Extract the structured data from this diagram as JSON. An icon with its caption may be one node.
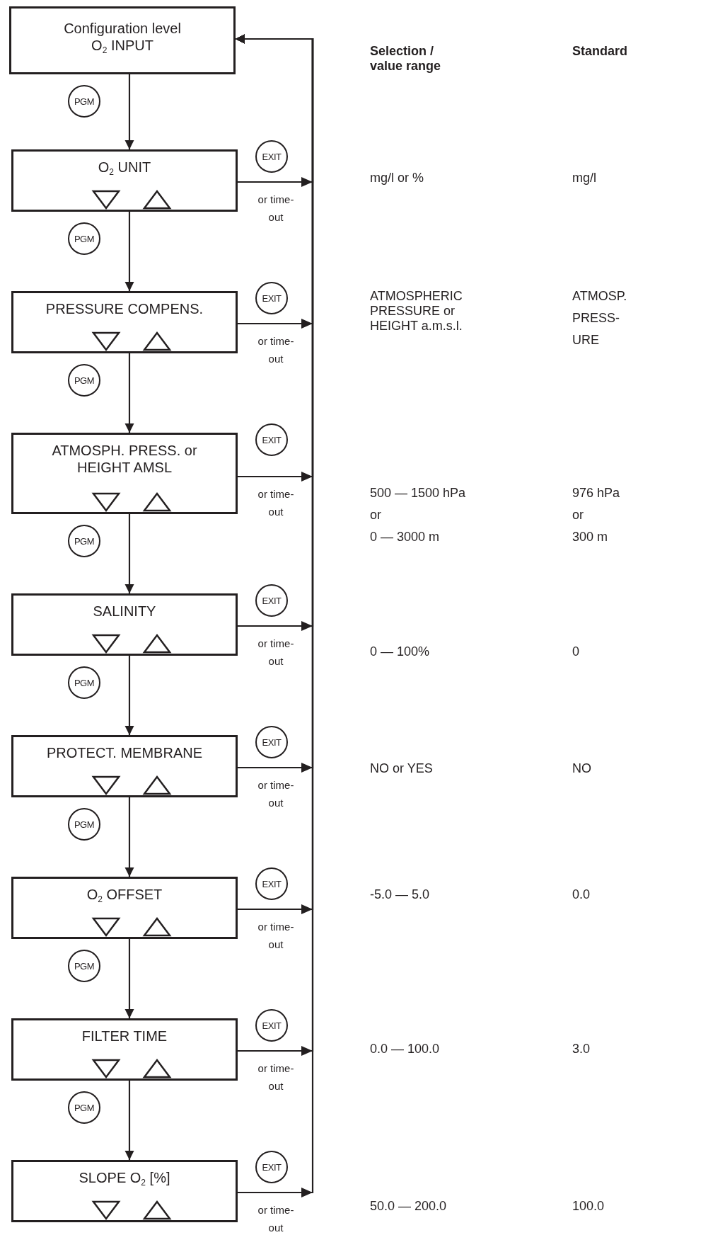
{
  "diagram": {
    "nodes": [
      {
        "text": [
          "Configuration level",
          "O$_{2}$ INPUT"
        ]
      },
      {
        "text": [
          "O$_{2}$ UNIT"
        ]
      },
      {
        "text": [
          "PRESSURE COMPENS."
        ]
      },
      {
        "text": [
          "ATMOSPH. PRESS. or HEIGHT AMSL"
        ]
      },
      {
        "text": [
          "SALINITY"
        ]
      },
      {
        "text": [
          "PROTECT. MEMBRANE"
        ]
      },
      {
        "text": [
          "O$_{2}$ OFFSET"
        ]
      },
      {
        "text": [
          "FILTER TIME"
        ]
      },
      {
        "text": [
          "SLOPE O$_{2}$ [%]"
        ]
      }
    ],
    "edges": [
      {
        "from": 0,
        "to": 1,
        "arrow": "to",
        "label": "PGM"
      },
      {
        "from": 1,
        "to": 2,
        "arrow": "to",
        "label": "PGM"
      },
      {
        "from": 2,
        "to": 3,
        "arrow": "to",
        "label": "PGM"
      },
      {
        "from": 3,
        "to": 4,
        "arrow": "to",
        "label": "PGM"
      },
      {
        "from": 4,
        "to": 5,
        "arrow": "to",
        "label": "PGM"
      },
      {
        "from": 5,
        "to": 6,
        "arrow": "to",
        "label": "PGM"
      },
      {
        "from": 6,
        "to": 7,
        "arrow": "to",
        "label": "PGM"
      },
      {
        "from": 7,
        "to": 8,
        "arrow": "to",
        "label": "PGM"
      },
      {
        "from": 1,
        "to": 0,
        "arrow": "to",
        "label": "EXIT"
      },
      {
        "from": 2,
        "to": 0,
        "arrow": "to",
        "label": "EXIT"
      },
      {
        "from": 3,
        "to": 0,
        "arrow": "to",
        "label": "EXIT"
      },
      {
        "from": 4,
        "to": 0,
        "arrow": "to",
        "label": "EXIT"
      },
      {
        "from": 5,
        "to": 0,
        "arrow": "to",
        "label": "EXIT"
      },
      {
        "from": 6,
        "to": 0,
        "arrow": "to",
        "label": "EXIT"
      },
      {
        "from": 7,
        "to": 0,
        "arrow": "to",
        "label": "EXIT"
      },
      {
        "from": 8,
        "to": 0,
        "arrow": "to",
        "label": "EXIT"
      }
    ],
    "labels": [
      "or time-out",
      "or time-out",
      "or time-out",
      "or time-out",
      "or time-out",
      "or time-out",
      "or time-out",
      "or time-out",
      "Selection / value range",
      "Standard",
      "mg/l or %",
      "mg/l",
      "ATMOSPHERIC PRESSURE or HEIGHT a.m.s.l.",
      "ATMOSP.",
      "PRESS-",
      "URE",
      "500 — 1500 hPa",
      "or",
      "0 — 3000 m",
      "976 hPa",
      "or",
      "300 m",
      "0 — 100%",
      "0",
      "NO or YES",
      "NO",
      "-5.0 — 5.0",
      "0.0",
      "0.0 — 100.0",
      "3.0",
      "50.0 — 200.0",
      "100.0"
    ]
  }
}
